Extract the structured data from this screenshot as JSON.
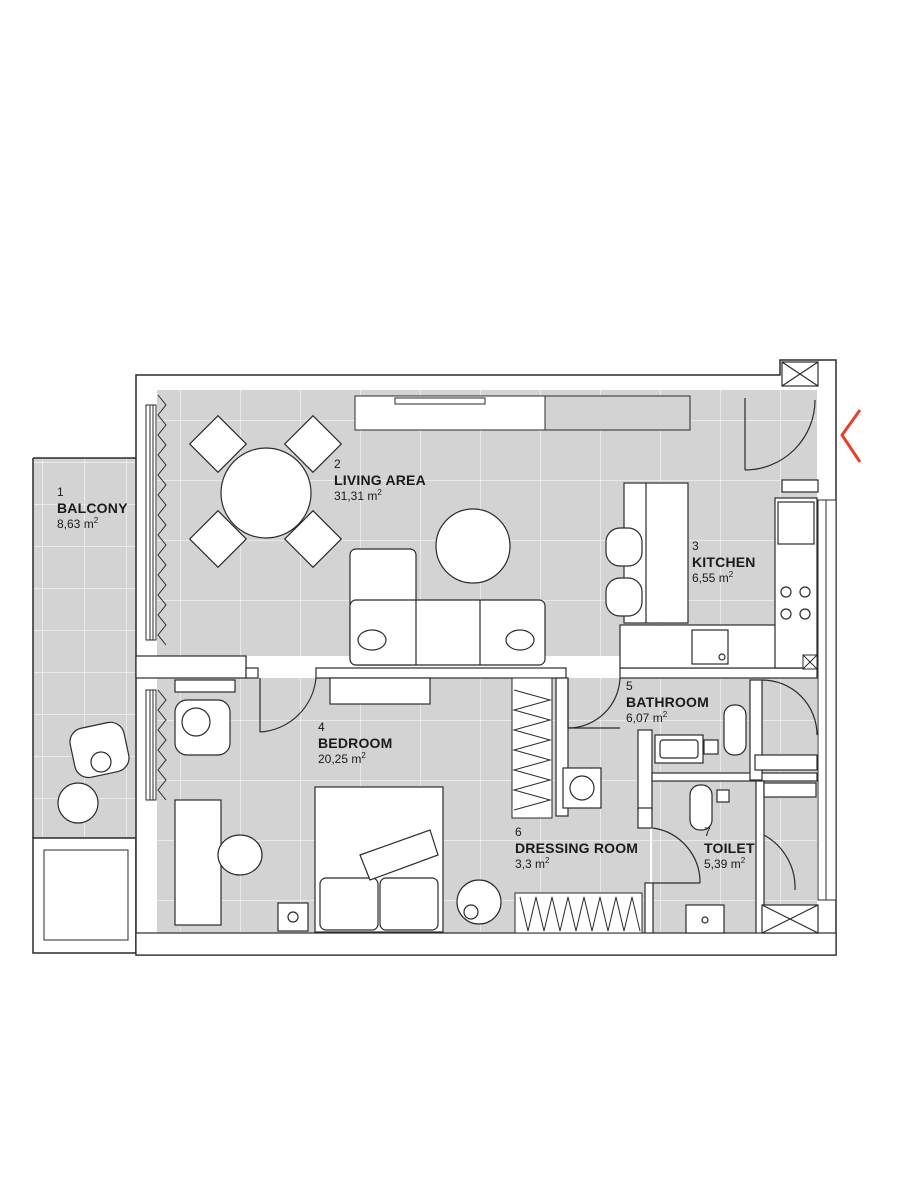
{
  "plan": {
    "colors": {
      "floor": "#d3d3d3",
      "wall": "#ffffff",
      "line": "#2b2b2b",
      "entrance_marker": "#e8402a"
    },
    "rooms": [
      {
        "id": "balcony",
        "number": "1",
        "name": "BALCONY",
        "area": "8,63 m",
        "unit_sup": "2"
      },
      {
        "id": "living",
        "number": "2",
        "name": "LIVING AREA",
        "area": "31,31 m",
        "unit_sup": "2"
      },
      {
        "id": "kitchen",
        "number": "3",
        "name": "KITCHEN",
        "area": "6,55 m",
        "unit_sup": "2"
      },
      {
        "id": "bedroom",
        "number": "4",
        "name": "BEDROOM",
        "area": "20,25 m",
        "unit_sup": "2"
      },
      {
        "id": "bathroom",
        "number": "5",
        "name": "BATHROOM",
        "area": "6,07 m",
        "unit_sup": "2"
      },
      {
        "id": "dressing",
        "number": "6",
        "name": "DRESSING ROOM",
        "area": "3,3 m",
        "unit_sup": "2"
      },
      {
        "id": "toilet",
        "number": "7",
        "name": "TOILET",
        "area": "5,39 m",
        "unit_sup": "2"
      }
    ],
    "icons": [
      "entrance-arrow-icon",
      "shaft-icon",
      "hob-icon",
      "sink-icon",
      "toilet-icon",
      "washing-machine-icon",
      "armchair-icon",
      "bed-icon",
      "sofa-icon"
    ]
  }
}
